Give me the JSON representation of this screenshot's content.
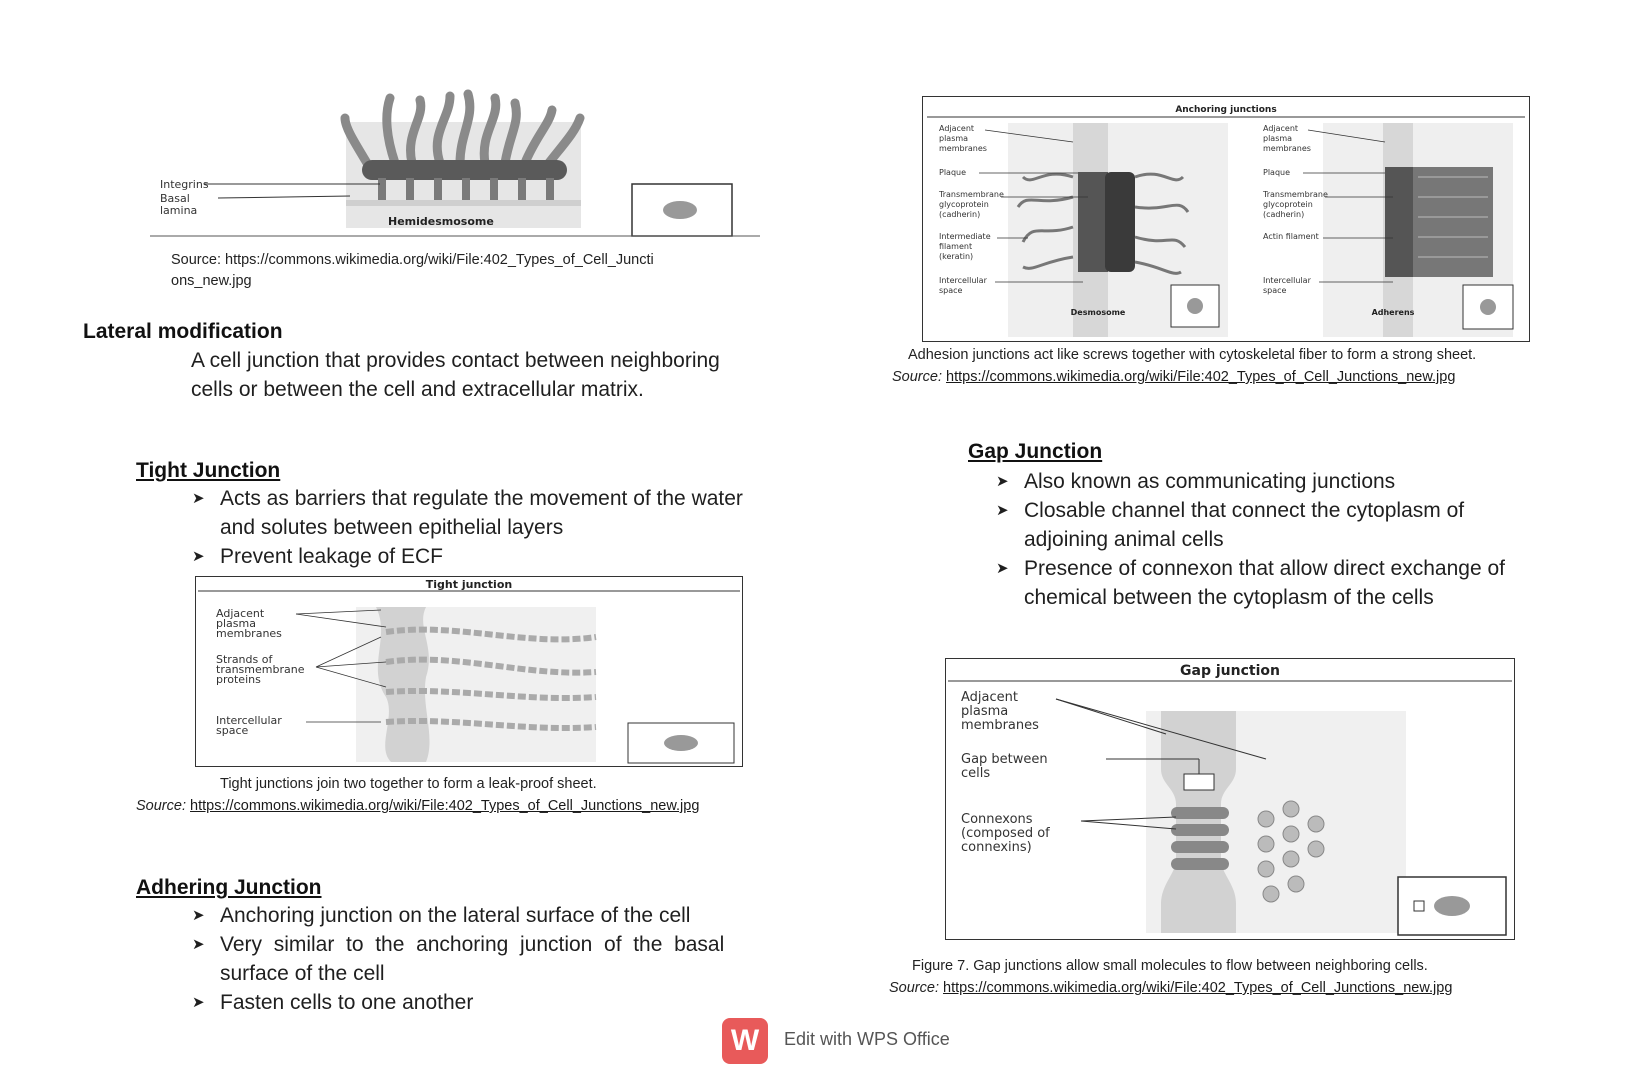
{
  "hemidesmosome_figure": {
    "labels": {
      "integrins": "Integrins",
      "basal": "Basal",
      "lamina": "lamina",
      "title": "Hemidesmosome"
    },
    "source_line1": "Source: https://commons.wikimedia.org/wiki/File:402_Types_of_Cell_Juncti",
    "source_line2": "ons_new.jpg"
  },
  "anchoring_figure": {
    "title": "Anchoring junctions",
    "left": {
      "labels": [
        "Adjacent",
        "plasma",
        "membranes",
        "Plaque",
        "Transmembrane",
        "glycoprotein",
        "(cadherin)",
        "Intermediate",
        "filament",
        "(keratin)",
        "Intercellular",
        "space"
      ],
      "name": "Desmosome"
    },
    "right": {
      "labels": [
        "Adjacent",
        "plasma",
        "membranes",
        "Plaque",
        "Transmembrane",
        "glycoprotein",
        "(cadherin)",
        "Actin filament",
        "Intercellular",
        "space"
      ],
      "name": "Adherens"
    },
    "caption": "Adhesion junctions act like screws together with cytoskeletal fiber to form a strong sheet.",
    "source_prefix": "Source:",
    "source_link": "https://commons.wikimedia.org/wiki/File:402_Types_of_Cell_Junctions_new.jpg"
  },
  "lateral_modification": {
    "heading": "Lateral modification",
    "text_line1": "A cell junction that provides contact between neighboring",
    "text_line2": "cells or between the cell and extracellular matrix."
  },
  "tight_junction": {
    "heading": "Tight Junction",
    "bullets": [
      {
        "line1": "Acts as barriers that regulate the movement of the water",
        "line2": "and solutes between epithelial layers"
      },
      {
        "line1": "Prevent leakage of ECF"
      }
    ],
    "figure": {
      "title": "Tight junction",
      "labels": [
        "Adjacent",
        "plasma",
        "membranes",
        "Strands of",
        "transmembrane",
        "proteins",
        "Intercellular",
        "space"
      ]
    },
    "caption": "Tight junctions join two together to form a leak-proof sheet.",
    "source_prefix": "Source:",
    "source_link": "https://commons.wikimedia.org/wiki/File:402_Types_of_Cell_Junctions_new.jpg"
  },
  "gap_junction": {
    "heading": "Gap Junction",
    "bullets": [
      {
        "line1": "Also known as communicating junctions"
      },
      {
        "line1": "Closable channel that connect the cytoplasm of",
        "line2": "adjoining animal cells"
      },
      {
        "line1": "Presence of connexon that allow direct exchange of",
        "line2": "chemical between the cytoplasm of the cells"
      }
    ],
    "figure": {
      "title": "Gap junction",
      "labels": [
        "Adjacent",
        "plasma",
        "membranes",
        "Gap between",
        "cells",
        "Connexons",
        "(composed of",
        "connexins)"
      ]
    },
    "caption": "Figure 7. Gap junctions allow small molecules to flow between neighboring cells.",
    "source_prefix": "Source:",
    "source_link": "https://commons.wikimedia.org/wiki/File:402_Types_of_Cell_Junctions_new.jpg"
  },
  "adhering_junction": {
    "heading": "Adhering Junction",
    "bullets": [
      {
        "line1": "Anchoring junction on the lateral surface of the cell"
      },
      {
        "line1": "Very  similar  to  the  anchoring  junction  of  the  basal",
        "line2": "surface of the cell"
      },
      {
        "line1": "Fasten cells to one another"
      }
    ]
  },
  "footer": {
    "logo_letter": "W",
    "text": "Edit with WPS Office"
  },
  "icons": {
    "bullet": "arrow-bullet-icon",
    "logo": "wps-logo-icon"
  }
}
